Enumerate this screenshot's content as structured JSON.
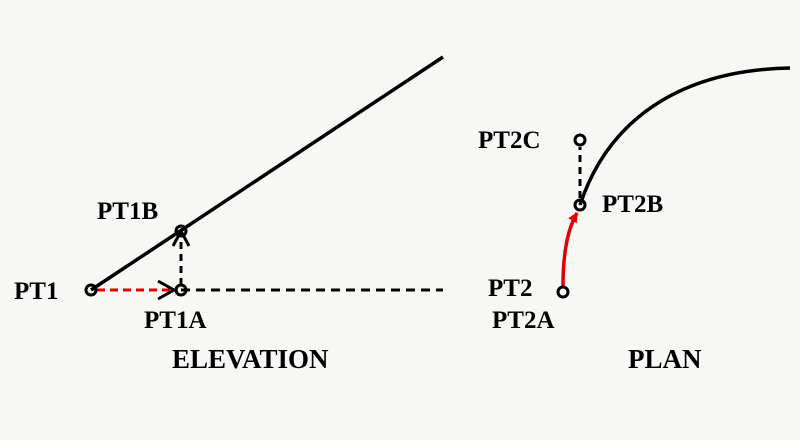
{
  "elevation": {
    "title": "ELEVATION",
    "points": {
      "pt1": "PT1",
      "pt1a": "PT1A",
      "pt1b": "PT1B"
    }
  },
  "plan": {
    "title": "PLAN",
    "points": {
      "pt2": "PT2",
      "pt2a": "PT2A",
      "pt2b": "PT2B",
      "pt2c": "PT2C"
    }
  },
  "colors": {
    "line": "#000000",
    "highlight": "#e00000",
    "background": "#f7f7f5"
  }
}
